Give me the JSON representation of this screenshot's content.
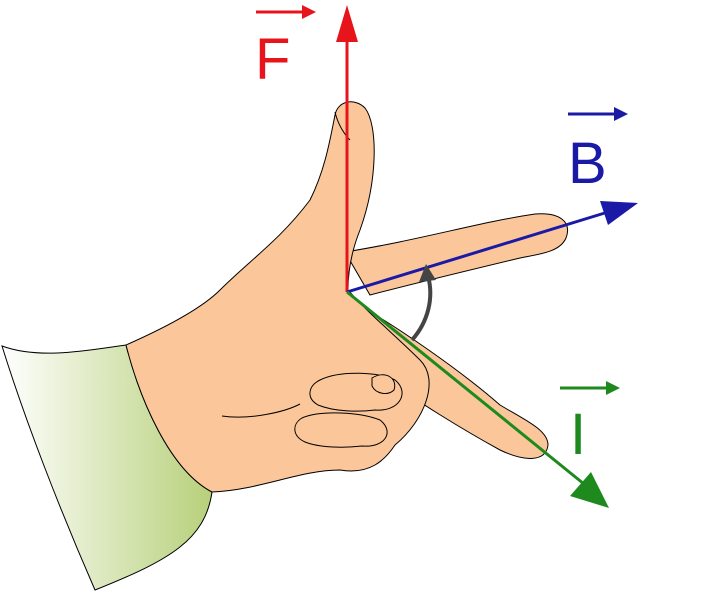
{
  "vectors": {
    "force": {
      "label": "F",
      "color": "#e8141b"
    },
    "field": {
      "label": "B",
      "color": "#1a1aa6"
    },
    "current": {
      "label": "I",
      "color": "#1e8a1e"
    }
  },
  "colors": {
    "skin": "#fbc79a",
    "outline": "#000000",
    "sleeve_light": "#ffffff",
    "sleeve_dark": "#b7d07a",
    "rotation_arrow": "#444444"
  },
  "icons": {
    "rotation": "curved-arrow-icon",
    "vector_marker": "arrow-over-letter-icon"
  }
}
